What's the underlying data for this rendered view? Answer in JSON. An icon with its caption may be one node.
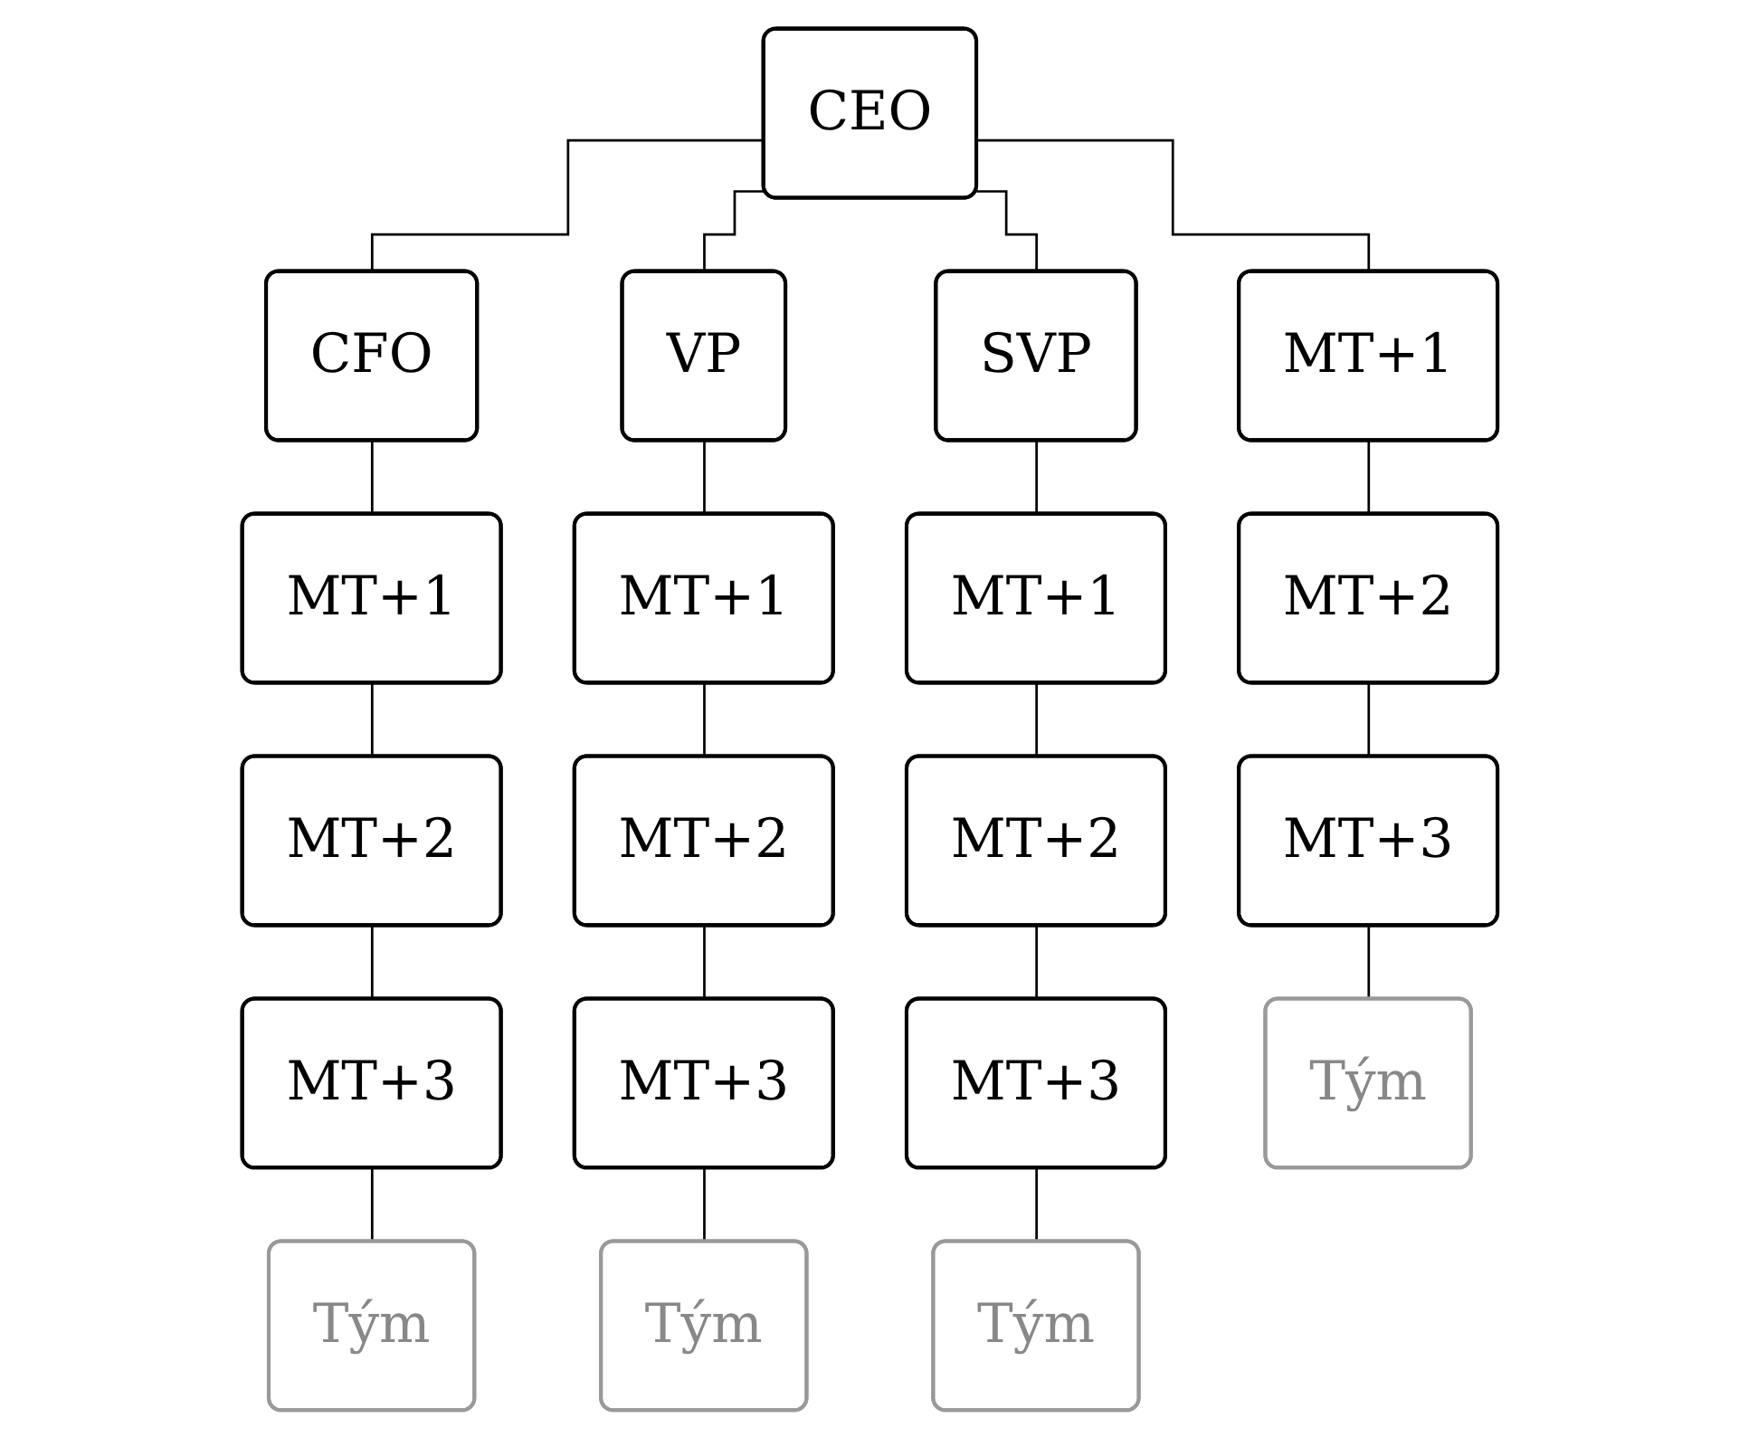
{
  "diagram": {
    "nodes": [
      {
        "text": [
          "CEO"
        ]
      },
      {
        "text": [
          "CFO"
        ]
      },
      {
        "text": [
          "VP"
        ]
      },
      {
        "text": [
          "SVP"
        ]
      },
      {
        "text": [
          "MT+1"
        ]
      },
      {
        "text": [
          "MT+1"
        ]
      },
      {
        "text": [
          "MT+1"
        ]
      },
      {
        "text": [
          "MT+1"
        ]
      },
      {
        "text": [
          "MT+2"
        ]
      },
      {
        "text": [
          "MT+2"
        ]
      },
      {
        "text": [
          "MT+2"
        ]
      },
      {
        "text": [
          "MT+2"
        ]
      },
      {
        "text": [
          "MT+3"
        ]
      },
      {
        "text": [
          "MT+3"
        ]
      },
      {
        "text": [
          "MT+3"
        ]
      },
      {
        "text": [
          "MT+3"
        ]
      },
      {
        "text": [
          "Tým"
        ]
      },
      {
        "text": [
          "Tým"
        ]
      },
      {
        "text": [
          "Tým"
        ]
      },
      {
        "text": [
          "Tým"
        ]
      }
    ],
    "edges": [
      {
        "from": 0,
        "to": 1,
        "arrow": "none"
      },
      {
        "from": 0,
        "to": 2,
        "arrow": "none"
      },
      {
        "from": 0,
        "to": 3,
        "arrow": "none"
      },
      {
        "from": 0,
        "to": 4,
        "arrow": "none"
      },
      {
        "from": 1,
        "to": 5,
        "arrow": "none"
      },
      {
        "from": 5,
        "to": 9,
        "arrow": "none"
      },
      {
        "from": 9,
        "to": 13,
        "arrow": "none"
      },
      {
        "from": 13,
        "to": 17,
        "arrow": "none"
      },
      {
        "from": 2,
        "to": 6,
        "arrow": "none"
      },
      {
        "from": 6,
        "to": 10,
        "arrow": "none"
      },
      {
        "from": 10,
        "to": 14,
        "arrow": "none"
      },
      {
        "from": 14,
        "to": 18,
        "arrow": "none"
      },
      {
        "from": 3,
        "to": 7,
        "arrow": "none"
      },
      {
        "from": 7,
        "to": 11,
        "arrow": "none"
      },
      {
        "from": 11,
        "to": 15,
        "arrow": "none"
      },
      {
        "from": 15,
        "to": 19,
        "arrow": "none"
      },
      {
        "from": 4,
        "to": 8,
        "arrow": "none"
      },
      {
        "from": 8,
        "to": 12,
        "arrow": "none"
      },
      {
        "from": 12,
        "to": 16,
        "arrow": "none"
      }
    ]
  }
}
